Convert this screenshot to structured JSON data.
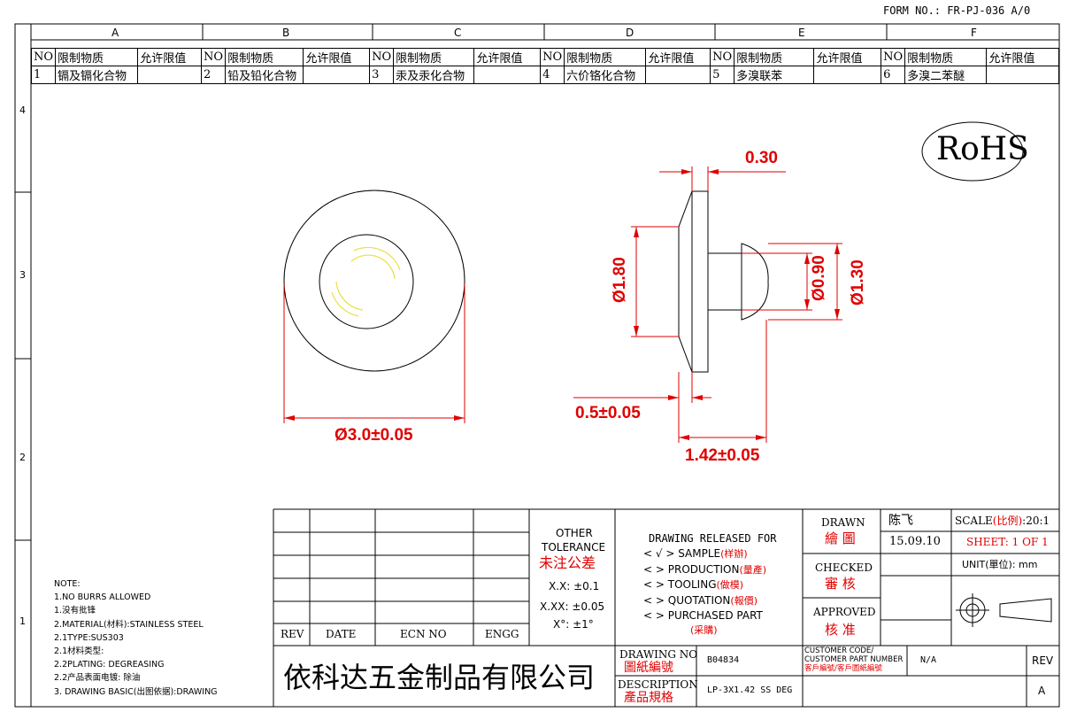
{
  "form_no": "FORM NO.: FR-PJ-036 A/0",
  "columns": [
    "A",
    "B",
    "C",
    "D",
    "E",
    "F"
  ],
  "rows": [
    "4",
    "3",
    "2",
    "1"
  ],
  "restricted_header": {
    "no": "NO",
    "substance": "限制物质",
    "limit": "允许限值"
  },
  "restricted_items": [
    {
      "no": "1",
      "substance": "镉及镉化合物"
    },
    {
      "no": "2",
      "substance": "铅及铅化合物"
    },
    {
      "no": "3",
      "substance": "汞及汞化合物"
    },
    {
      "no": "4",
      "substance": "六价铬化合物"
    },
    {
      "no": "5",
      "substance": "多溴联苯"
    },
    {
      "no": "6",
      "substance": "多溴二苯醚"
    }
  ],
  "rohs": "RoHS",
  "dimensions": {
    "outer_dia": "Ø3.0±0.05",
    "head_thk": "0.30",
    "dia_180": "Ø1.80",
    "dia_090": "Ø0.90",
    "dia_130": "Ø1.30",
    "dim_05": "0.5±0.05",
    "dim_142": "1.42±0.05"
  },
  "notes": [
    "NOTE:",
    "1.NO BURRS ALLOWED",
    "1.没有批锋",
    "2.MATERIAL(材料):STAINLESS STEEL",
    "2.1TYPE:SUS303",
    "2.1材料类型:",
    "2.2PLATING: DEGREASING",
    "2.2产品表面电镀: 除油",
    "3. DRAWING BASIC(出图依据):DRAWING"
  ],
  "rev_table": {
    "rev": "REV",
    "date": "DATE",
    "ecn": "ECN NO",
    "engg": "ENGG"
  },
  "tolerance": {
    "title1": "OTHER",
    "title2": "TOLERANCE",
    "title_cn": "未注公差",
    "xx": "X.X: ±0.1",
    "xxx": "X.XX: ±0.05",
    "angle": "X°: ±1°"
  },
  "release": {
    "title": "DRAWING RELEASED FOR",
    "items": [
      {
        "mark": "< √ >",
        "en": "SAMPLE",
        "cn": "(样辦)"
      },
      {
        "mark": "<    >",
        "en": "PRODUCTION",
        "cn": "(量產)"
      },
      {
        "mark": "<    >",
        "en": "TOOLING",
        "cn": "(做模)"
      },
      {
        "mark": "<    >",
        "en": "QUOTATION",
        "cn": "(報價)"
      },
      {
        "mark": "<    >",
        "en": "PURCHASED PART",
        "cn": "(采購)"
      }
    ]
  },
  "signoff": {
    "drawn": "DRAWN",
    "drawn_cn": "繪 圖",
    "drawn_name": "陈飞",
    "drawn_date": "15.09.10",
    "checked": "CHECKED",
    "checked_cn": "審 核",
    "approved": "APPROVED",
    "approved_cn": "核 准"
  },
  "scale": {
    "label": "SCALE",
    "label_cn": "(比例)",
    "value": ":20:1"
  },
  "sheet": "SHEET:  1 OF 1",
  "unit": "UNIT(單位): mm",
  "company": "依科达五金制品有限公司",
  "drawing_no": {
    "label": "DRAWING NO",
    "label_cn": "圖紙編號",
    "value": "B04834"
  },
  "description": {
    "label": "DESCRIPTION",
    "label_cn": "產品規格",
    "value": "LP-3X1.42 SS DEG"
  },
  "customer": {
    "line1": "CUSTOMER CODE/",
    "line2": "CUSTOMER PART NUMBER",
    "line_cn": "客戶編號/客戶圖紙編號",
    "value": "N/A"
  },
  "rev": {
    "label": "REV",
    "value": "A"
  },
  "colors": {
    "dimension": "#e00000",
    "line": "#000000",
    "yellow": "#e8e040"
  }
}
